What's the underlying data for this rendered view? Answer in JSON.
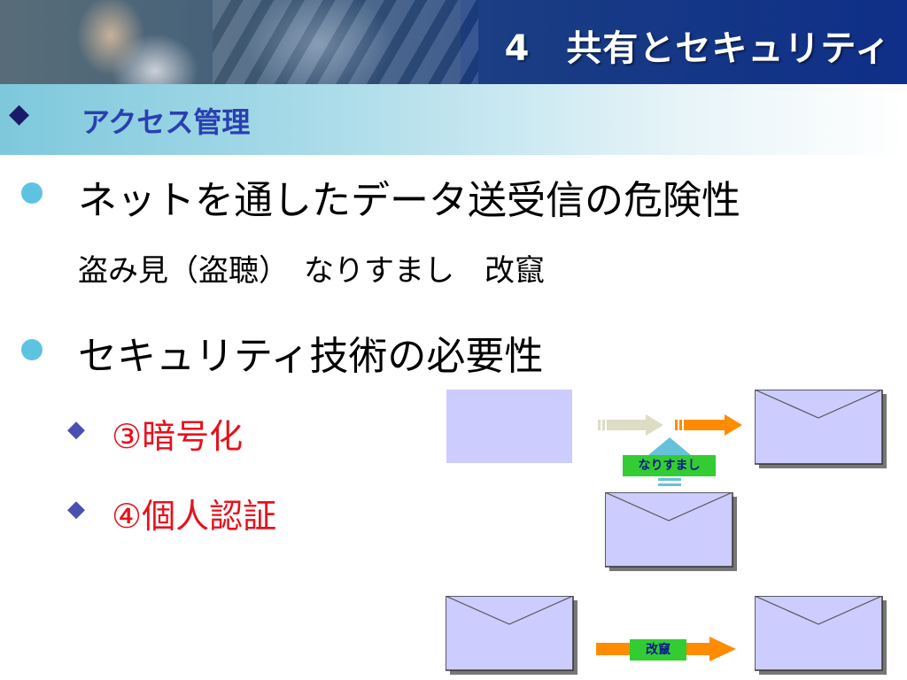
{
  "header": {
    "title": "4　共有とセキュリティ"
  },
  "section": {
    "marker": "◆",
    "title": "アクセス管理"
  },
  "bullets": [
    {
      "text": "ネットを通したデータ送受信の危険性",
      "sub": "盗み見（盗聴）　なりすまし　改竄"
    },
    {
      "text": "セキュリティ技術の必要性"
    }
  ],
  "subitems": [
    {
      "marker": "◆",
      "label": "③暗号化"
    },
    {
      "marker": "◆",
      "label": "④個人認証"
    }
  ],
  "diagram": {
    "impersonation_label": "なりすまし",
    "tamper_label": "改竄"
  },
  "colors": {
    "header_bg": "#1a3d84",
    "section_bg": "#7ec8dc",
    "section_title": "#2a3fb0",
    "bullet_dot": "#5ec3e0",
    "highlight_red": "#e8101c",
    "box_fill": "#ccccff",
    "orange_arrow": "#ff8c00",
    "label_green": "#33cc33"
  }
}
